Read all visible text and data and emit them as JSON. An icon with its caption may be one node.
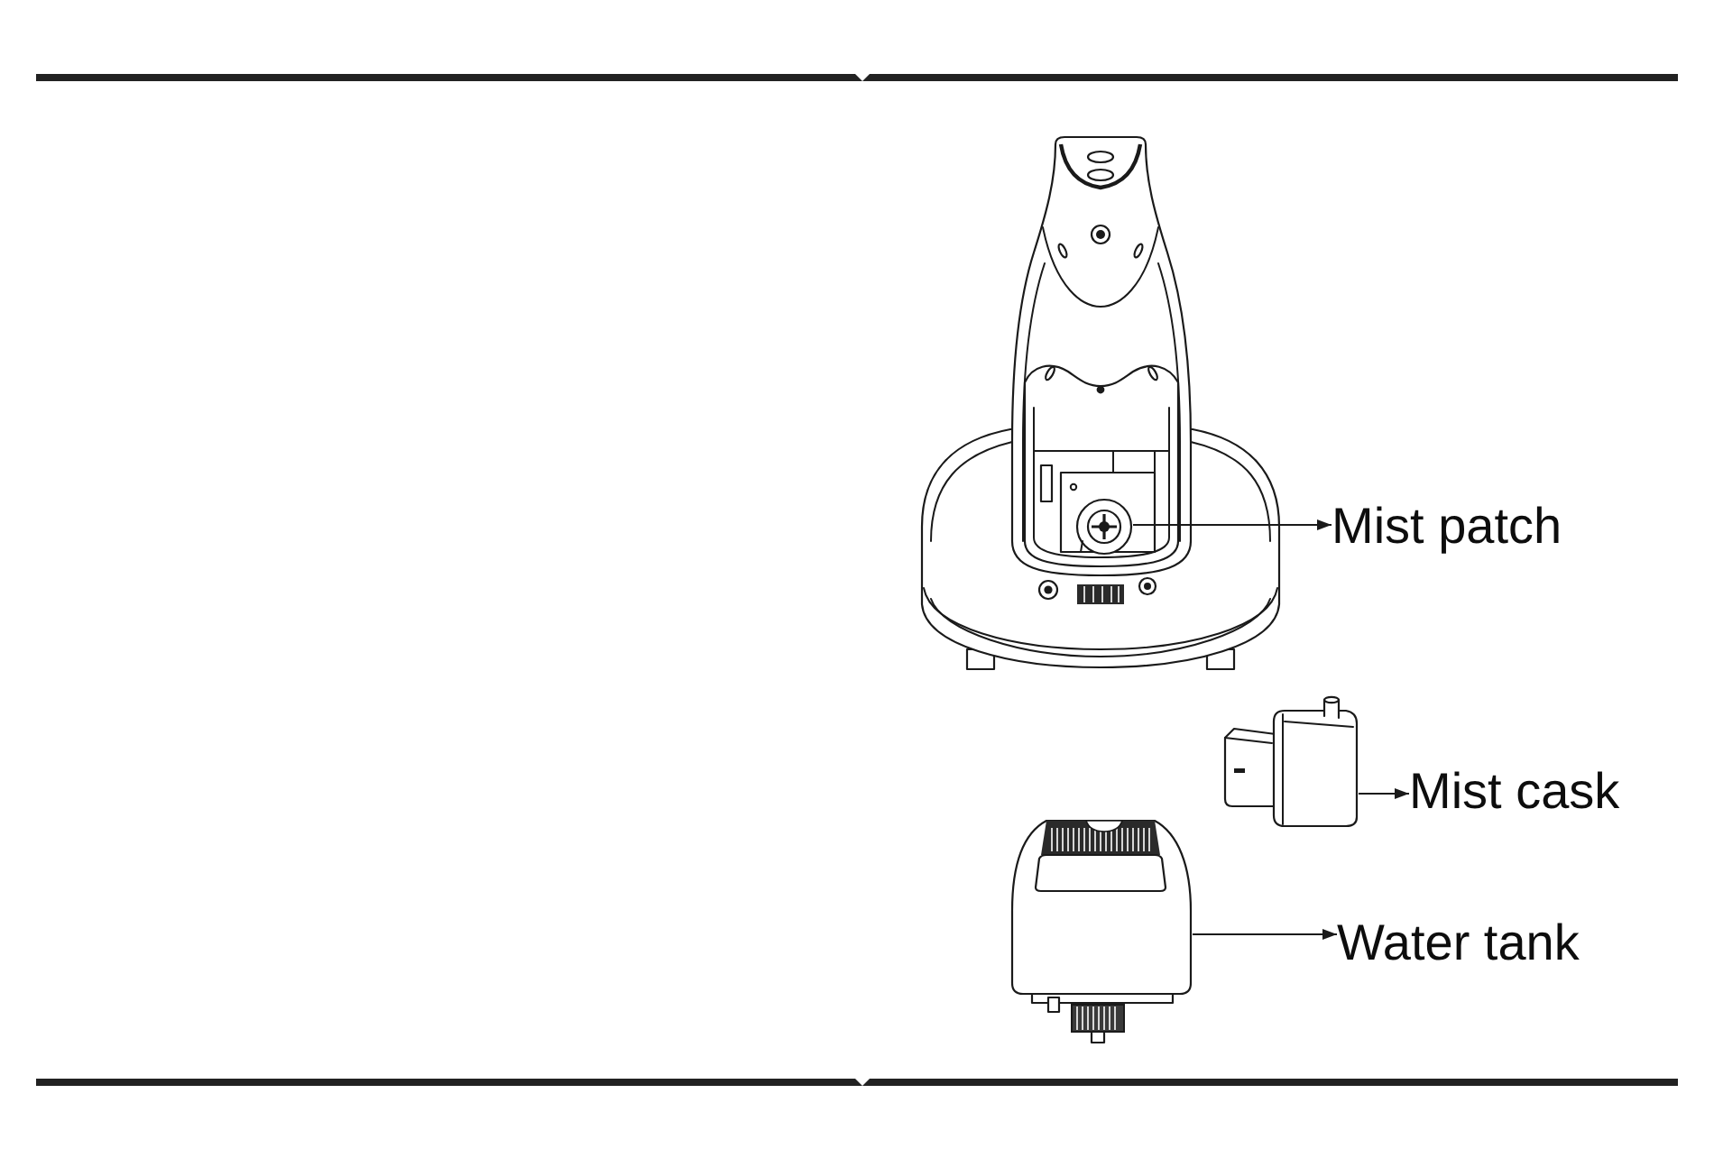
{
  "diagram": {
    "nodes": [
      {
        "text": [],
        "shape": "picture"
      },
      {
        "text": [
          "Mist patch"
        ]
      },
      {
        "text": [],
        "shape": "picture"
      },
      {
        "text": [
          "Mist cask"
        ]
      },
      {
        "text": [],
        "shape": "picture"
      },
      {
        "text": [
          "Water tank"
        ]
      }
    ],
    "edges": [
      {
        "from": 0,
        "to": 1,
        "arrow": "to"
      },
      {
        "from": 2,
        "to": 3,
        "arrow": "to"
      },
      {
        "from": 4,
        "to": 5,
        "arrow": "to"
      }
    ]
  }
}
